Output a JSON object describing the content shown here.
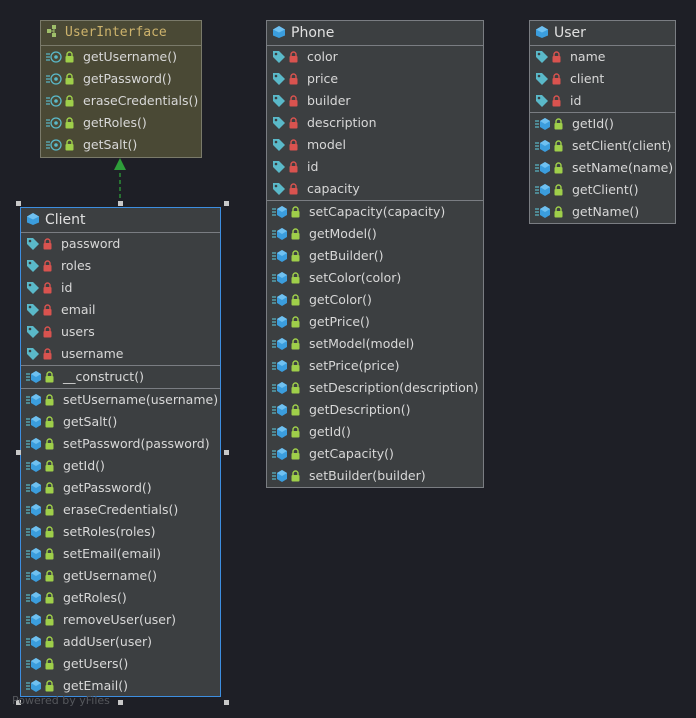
{
  "footer": "Powered by yFiles",
  "classes": {
    "user_interface": {
      "name": "UserInterface",
      "methods": [
        "getUsername()",
        "getPassword()",
        "eraseCredentials()",
        "getRoles()",
        "getSalt()"
      ]
    },
    "phone": {
      "name": "Phone",
      "fields": [
        "color",
        "price",
        "builder",
        "description",
        "model",
        "id",
        "capacity"
      ],
      "methods": [
        "setCapacity(capacity)",
        "getModel()",
        "getBuilder()",
        "setColor(color)",
        "getColor()",
        "getPrice()",
        "setModel(model)",
        "setPrice(price)",
        "setDescription(description)",
        "getDescription()",
        "getId()",
        "getCapacity()",
        "setBuilder(builder)"
      ]
    },
    "user": {
      "name": "User",
      "fields": [
        "name",
        "client",
        "id"
      ],
      "methods": [
        "getId()",
        "setClient(client)",
        "setName(name)",
        "getClient()",
        "getName()"
      ]
    },
    "client": {
      "name": "Client",
      "fields": [
        "password",
        "roles",
        "id",
        "email",
        "users",
        "username"
      ],
      "constructors": [
        "__construct()"
      ],
      "methods": [
        "setUsername(username)",
        "getSalt()",
        "setPassword(password)",
        "getId()",
        "getPassword()",
        "eraseCredentials()",
        "setRoles(roles)",
        "setEmail(email)",
        "getUsername()",
        "getRoles()",
        "removeUser(user)",
        "addUser(user)",
        "getUsers()",
        "getEmail()"
      ]
    }
  },
  "colors": {
    "background": "#1e1f26",
    "box": "#3c3f41",
    "interface_box": "#4a4935",
    "selection": "#3d8ee0",
    "arrow": "#2e9e3a"
  }
}
